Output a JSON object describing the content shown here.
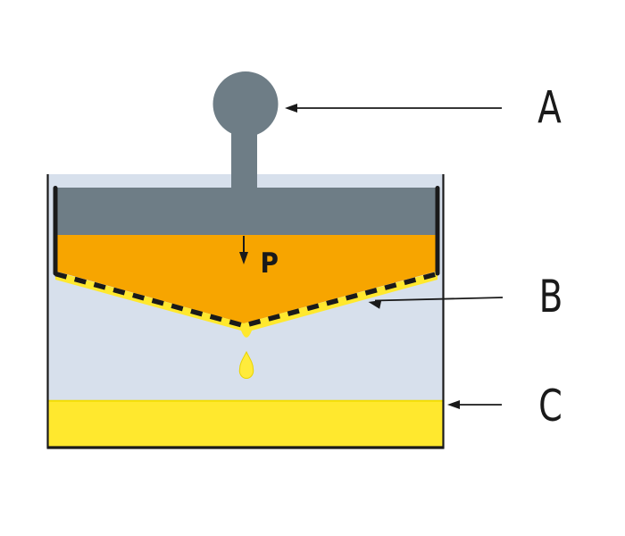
{
  "diagram": {
    "kind": "press-extraction-schematic",
    "labels": {
      "a": "A",
      "b": "B",
      "c": "C",
      "pressure": "P"
    },
    "colors": {
      "piston_gray": "#6E7D86",
      "pulp_orange": "#F7A500",
      "liquid_blue": "#D7E0EC",
      "extract_yellow": "#FFE82E",
      "extract_edge_yellow": "#F0DC00",
      "droplet_yellow": "#FFEB3C",
      "droplet_edge": "#E9D400",
      "outline_black": "#1A1A1A",
      "background": "#FFFFFF"
    }
  }
}
